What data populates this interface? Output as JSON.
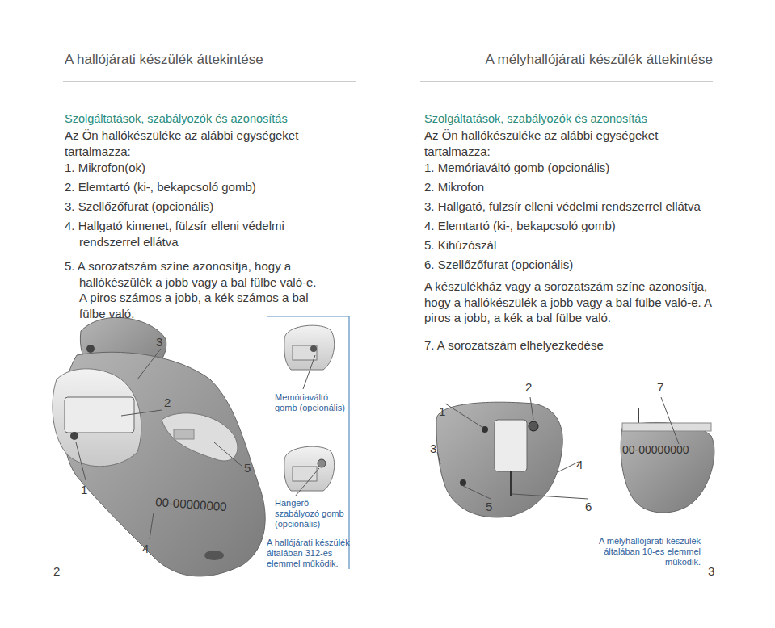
{
  "diagram": {
    "labels": [
      "A hallójárati készülék áttekintése",
      "A mélyhallójárati készülék áttekintése",
      "Szolgáltatások, szabályozók és azonosítás",
      "Az Ön hallókészüléke az alábbi egységeket tartalmazza:",
      "1. Mikrofon(ok)",
      "2. Elemtartó (ki-, bekapcsoló gomb)",
      "3. Szellőzőfurat (opcionális)",
      "4. Hallgató kimenet, fülzsír elleni védelmi rendszerrel ellátva",
      "5. A sorozatszám színe azonosítja, hogy a hallókészülék a jobb vagy a bal fülbe való-e. A piros számos a jobb, a kék számos a bal fülbe való.",
      "Szolgáltatások, szabályozók és azonosítás",
      "Az Ön hallókészüléke az alábbi egységeket tartalmazza:",
      "1. Memóriaváltó gomb (opcionális)",
      "2. Mikrofon",
      "3. Hallgató, fülzsír elleni védelmi rendszerrel ellátva",
      "4. Elemtartó (ki-, bekapcsoló gomb)",
      "5. Kihúzószál",
      "6. Szellőzőfurat (opcionális)",
      "A készülékház vagy a sorozatszám színe azonosítja, hogy a hallókészülék a jobb vagy a bal fülbe való-e. A piros a jobb, a kék a bal fülbe való.",
      "7. A sorozatszám elhelyezkedése",
      "3",
      "2",
      "5",
      "1",
      "00-00000000",
      "4",
      "Memóriaváltó gomb (opcionális)",
      "Hangerő szabályozó gomb (opcionális)",
      "A hallójárati készülék általában 312-es elemmel működik.",
      "1",
      "2",
      "7",
      "3",
      "00-00000000",
      "4",
      "5",
      "6",
      "A mélyhallójárati készülék általában 10-es elemmel működik.",
      "2",
      "3"
    ]
  }
}
